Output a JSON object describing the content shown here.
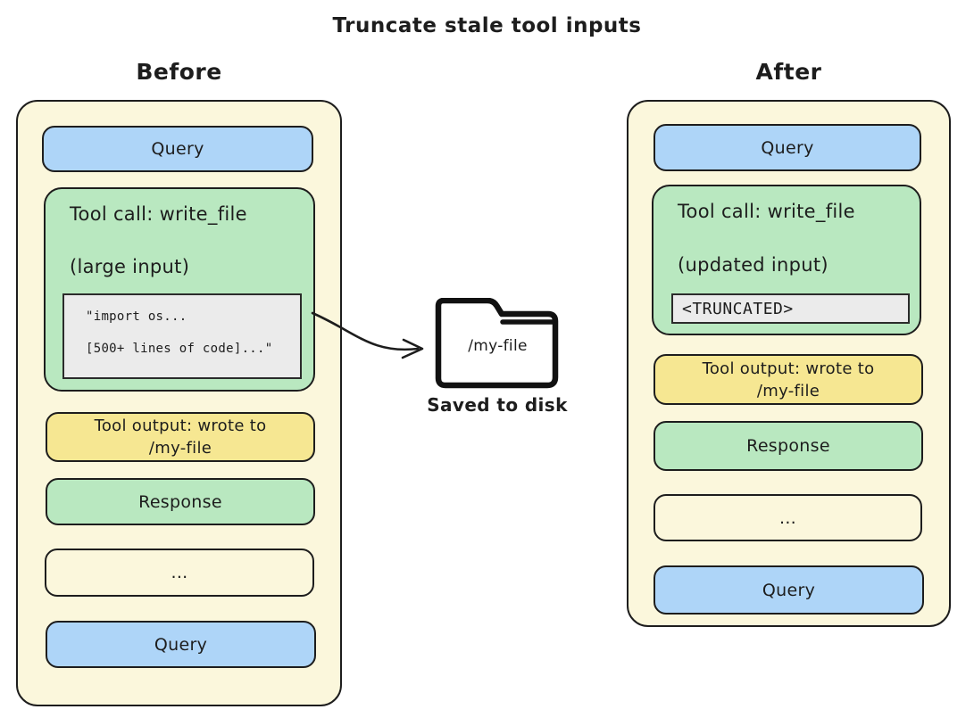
{
  "title": "Truncate stale tool inputs",
  "before": {
    "label": "Before",
    "query_label": "Query",
    "tool_call": {
      "title": "Tool call: write_file",
      "subtitle": "(large input)",
      "code_lines": [
        "\"import os...",
        "[500+ lines of code]...\""
      ]
    },
    "tool_output": {
      "line1": "Tool output: wrote to",
      "line2": "/my-file"
    },
    "response_label": "Response",
    "ellipsis_label": "...",
    "query2_label": "Query"
  },
  "after": {
    "label": "After",
    "query_label": "Query",
    "tool_call": {
      "title": "Tool call: write_file",
      "subtitle": "(updated input)",
      "truncated_label": "<TRUNCATED>"
    },
    "tool_output": {
      "line1": "Tool output: wrote to",
      "line2": "/my-file"
    },
    "response_label": "Response",
    "ellipsis_label": "...",
    "query2_label": "Query"
  },
  "disk": {
    "file_label": "/my-file",
    "caption": "Saved to disk"
  },
  "colors": {
    "panel_fill": "#FBF7DC",
    "query_blue": "#AED5F8",
    "tool_green": "#B9E8C0",
    "output_yellow": "#F6E792",
    "code_gray": "#EBEBEB",
    "stroke": "#1D1D1D"
  }
}
